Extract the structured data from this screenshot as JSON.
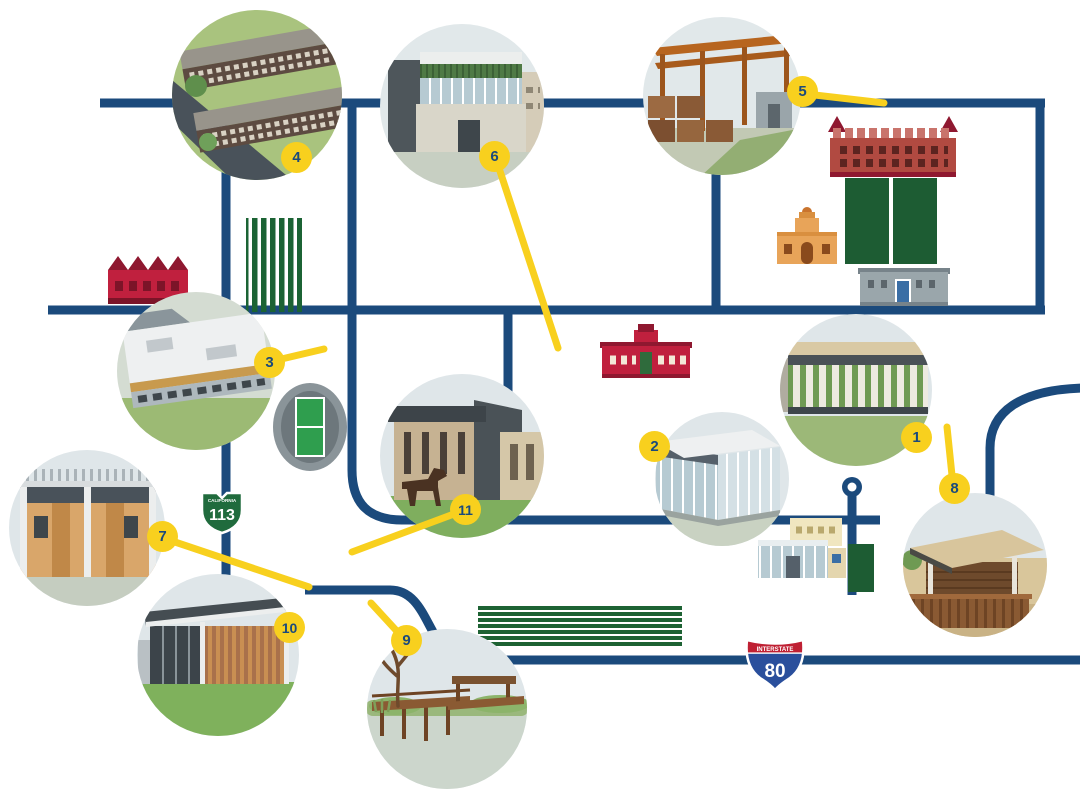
{
  "map": {
    "type": "illustrated-campus-map",
    "background": "#ffffff",
    "road_color": "#1b4a7c",
    "marker_color": "#f8d01e",
    "marker_text_color": "#1b4a7c"
  },
  "markers": [
    {
      "label": "1",
      "subject": "louvered-green-facade-building"
    },
    {
      "label": "2",
      "subject": "glass-corner-building"
    },
    {
      "label": "3",
      "subject": "white-roof-building-aerial"
    },
    {
      "label": "4",
      "subject": "housing-complex-aerial"
    },
    {
      "label": "5",
      "subject": "timber-canopy-structure"
    },
    {
      "label": "6",
      "subject": "green-roof-modern-building"
    },
    {
      "label": "7",
      "subject": "pergola-top-building"
    },
    {
      "label": "8",
      "subject": "wood-slat-pavilion"
    },
    {
      "label": "9",
      "subject": "wetland-boardwalk-scene"
    },
    {
      "label": "10",
      "subject": "modern-flat-roof-building"
    },
    {
      "label": "11",
      "subject": "tan-building-with-horse-sculpture"
    }
  ],
  "shields": {
    "ca113": {
      "caption": "CALIFORNIA",
      "route": "113"
    },
    "i80": {
      "caption": "INTERSTATE",
      "route": "80"
    }
  },
  "features": [
    {
      "name": "red-sawtooth-factory-building"
    },
    {
      "name": "row-crop-field"
    },
    {
      "name": "stadium-field"
    },
    {
      "name": "red-schoolhouse-building"
    },
    {
      "name": "brick-hall-building"
    },
    {
      "name": "green-research-fields"
    },
    {
      "name": "mission-style-building"
    },
    {
      "name": "gray-hall-building"
    },
    {
      "name": "glass-office-buildings"
    },
    {
      "name": "green-plot"
    },
    {
      "name": "greenhouse-rows"
    },
    {
      "name": "roundabout"
    }
  ]
}
